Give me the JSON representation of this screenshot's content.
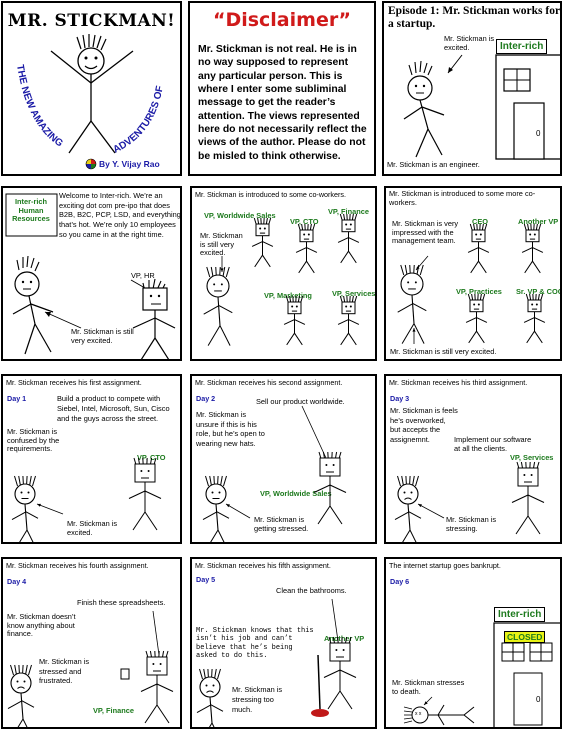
{
  "cover": {
    "title": "MR. STICKMAN!",
    "subtitle_left": "THE NEW AMAZING",
    "subtitle_right": "ADVENTURES OF",
    "byline": "By Y. Vijay Rao"
  },
  "disclaimer": {
    "title": "“Disclaimer”",
    "body": "Mr. Stickman is not real.  He is in no way supposed to represent any particular person. This is where I enter some subliminal message to get the reader’s attention.  The views represented here do not necessarily reflect the views of the author.  Please do not be misled to think otherwise."
  },
  "panel1": {
    "title": "Episode 1: Mr. Stickman works for a startup.",
    "excited": "Mr. Stickman is excited.",
    "sign": "Inter-rich",
    "door_number": "0",
    "engineer": "Mr. Stickman is an engineer."
  },
  "panel2": {
    "hr_label": "Inter-rich Human Resources",
    "welcome": "Welcome to Inter-rich.  We’re an exciting dot com pre-ipo that does B2B, B2C, PCP, LSD, and everything that’s hot.  We’re only 10 employees so you came in at the right time.",
    "vp_hr": "VP, HR",
    "still": "Mr. Stickman is still very excited."
  },
  "panel3": {
    "caption": "Mr. Stickman is introduced to some co-workers.",
    "vp_sales": "VP, Worldwide Sales",
    "vp_finance": "VP, Finance",
    "vp_cto": "VP, CTO",
    "vp_marketing": "VP, Marketing",
    "vp_services": "VP, Services",
    "still": "Mr. Stickman is still very excited."
  },
  "panel4": {
    "caption": "Mr. Stickman is introduced to some more co-workers.",
    "impressed": "Mr. Stickman is very impressed with the management team.",
    "ceo": "CEO",
    "another_vp": "Another VP",
    "vp_practices": "VP, Practices",
    "sr_vp": "Sr. VP & COO",
    "still": "Mr. Stickman is still very excited."
  },
  "panel5": {
    "caption": "Mr. Stickman receives his first assignment.",
    "day": "Day 1",
    "assignment": "Build a product to compete with Siebel, Intel, Microsoft, Sun, Cisco and the guys across the street.",
    "confused": "Mr. Stickman is confused by the requirements.",
    "vp_cto": "VP, CTO",
    "excited": "Mr. Stickman is excited."
  },
  "panel6": {
    "caption": "Mr. Stickman receives his second assignment.",
    "day": "Day 2",
    "sell": "Sell our product worldwide.",
    "unsure": "Mr. Stickman is unsure if this is his role, but he’s open to wearing new hats.",
    "vp_sales": "VP, Worldwide Sales",
    "stressed": "Mr. Stickman is getting stressed."
  },
  "panel7": {
    "caption": "Mr. Stickman receives his third assignment.",
    "day": "Day 3",
    "overworked": "Mr. Stickman is feels he’s overworked, but accepts the assignemnt.",
    "implement": "Implement our software at all the clients.",
    "vp_services": "VP, Services",
    "stressing": "Mr. Stickman is stressing."
  },
  "panel8": {
    "caption": "Mr. Stickman receives his fourth assignment.",
    "day": "Day 4",
    "finish": "Finish these spreadsheets.",
    "finance": "Mr. Stickman doesn’t know anything about finance.",
    "stressed": "Mr. Stickman is stressed and frustrated.",
    "vp_finance": "VP, Finance"
  },
  "panel9": {
    "caption": "Mr. Stickman receives his fifth assignment.",
    "day": "Day 5",
    "clean": "Clean the bathrooms.",
    "knows": "Mr. Stickman knows that this isn’t his job and can’t believe that he’s being asked to do this.",
    "another_vp": "Another VP",
    "stressing": "Mr. Stickman is stressing too much."
  },
  "panel10": {
    "caption": "The internet startup goes bankrupt.",
    "day": "Day 6",
    "sign": "Inter-rich",
    "closed": "CLOSED",
    "door_number": "0",
    "death": "Mr. Stickman stresses to death."
  }
}
